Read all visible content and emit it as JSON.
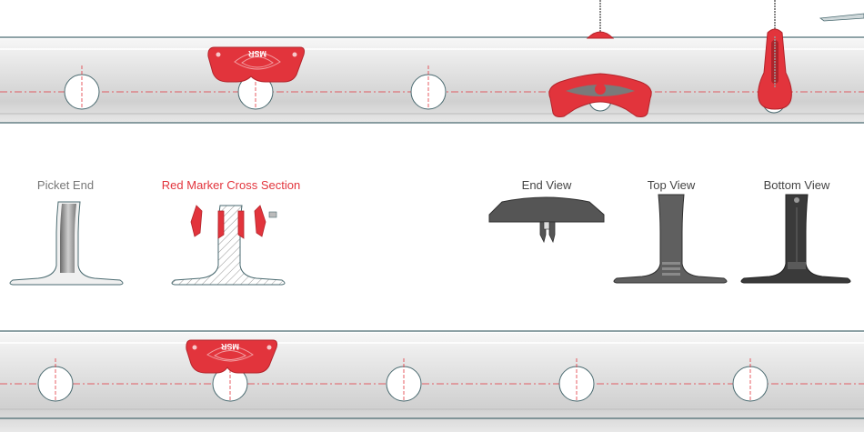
{
  "labels": {
    "picket_end": "Picket End",
    "red_marker_cross_section": "Red Marker Cross Section",
    "end_view": "End View",
    "top_view": "Top View",
    "bottom_view": "Bottom View"
  },
  "brand": {
    "marker_text": "MSR"
  },
  "colors": {
    "accent_red": "#e2343c",
    "label_gray": "#777777",
    "label_dark": "#444444",
    "rail_light": "#eeeeee",
    "rail_mid": "#cfcfcf",
    "rail_outline": "#4a6a70",
    "profile_dark": "#555555",
    "cable": "#8a8a8a"
  },
  "icons": {
    "marker": "red-marker-clip-icon",
    "hanger": "cable-hanger-icon"
  }
}
